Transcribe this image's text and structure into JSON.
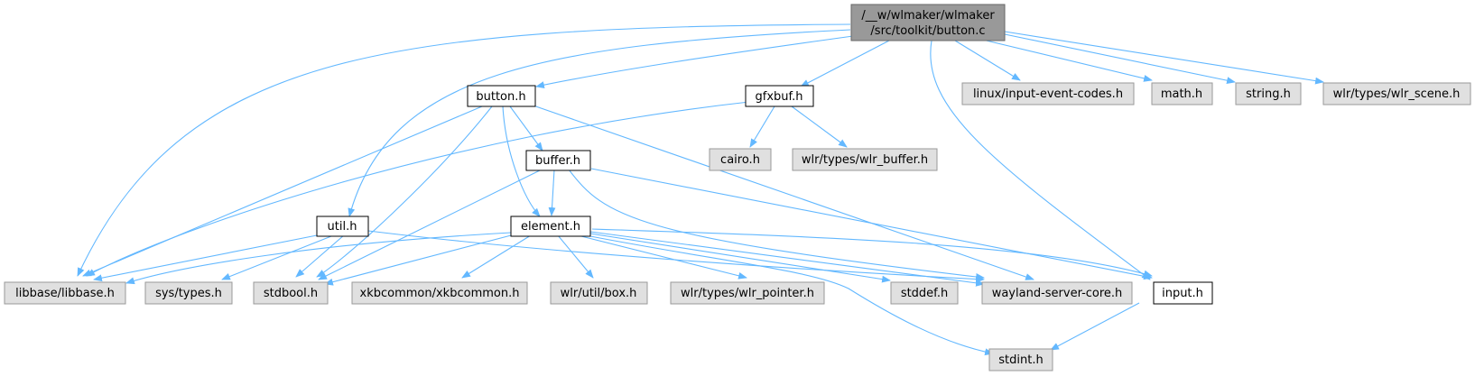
{
  "graph": {
    "root": {
      "line1": "/__w/wlmaker/wlmaker",
      "line2": "/src/toolkit/button.c"
    },
    "nodes": {
      "button_h": "button.h",
      "gfxbuf_h": "gfxbuf.h",
      "linux_input_event_codes_h": "linux/input-event-codes.h",
      "math_h": "math.h",
      "string_h": "string.h",
      "wlr_scene_h": "wlr/types/wlr_scene.h",
      "cairo_h": "cairo.h",
      "wlr_buffer_h": "wlr/types/wlr_buffer.h",
      "buffer_h": "buffer.h",
      "util_h": "util.h",
      "element_h": "element.h",
      "libbase_h": "libbase/libbase.h",
      "sys_types_h": "sys/types.h",
      "stdbool_h": "stdbool.h",
      "xkbcommon_h": "xkbcommon/xkbcommon.h",
      "wlr_box_h": "wlr/util/box.h",
      "wlr_pointer_h": "wlr/types/wlr_pointer.h",
      "stddef_h": "stddef.h",
      "wayland_server_core_h": "wayland-server-core.h",
      "input_h": "input.h",
      "stdint_h": "stdint.h"
    },
    "colors": {
      "edge": "#63b8ff",
      "root_fill": "#999999",
      "header_fill": "#ffffff",
      "external_fill": "#e0e0e0"
    }
  }
}
